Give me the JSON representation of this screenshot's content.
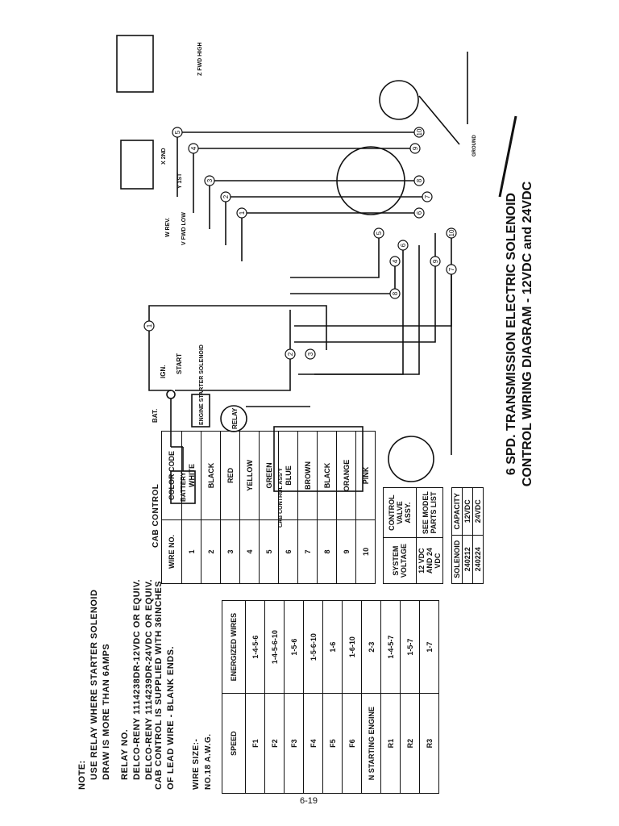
{
  "note": {
    "lines": [
      "NOTE:",
      "USE RELAY WHERE STARTER SOLENOID",
      "DRAW IS MORE THAN 6AMPS",
      "",
      "RELAY NO.",
      "DELCO-RENY 1114238DR-12VDC OR EQUIV.",
      "DELCO-RENY 1114239DR-24VDC OR EQUIV."
    ]
  },
  "cab_note": {
    "lines": [
      "CAB CONTROL IS SUPPLIED WITH 36INCHES",
      "OF LEAD WIRE - BLANK ENDS."
    ]
  },
  "wire_size": {
    "lines": [
      "WIRE SIZE:-",
      "NO.18 A.W.G."
    ]
  },
  "speed_table": {
    "headers": [
      "SPEED",
      "ENERGIZED WIRES"
    ],
    "rows": [
      [
        "F1",
        "1-4-5-6"
      ],
      [
        "F2",
        "1-4-5-6-10"
      ],
      [
        "F3",
        "1-5-6"
      ],
      [
        "F4",
        "1-5-6-10"
      ],
      [
        "F5",
        "1-6"
      ],
      [
        "F6",
        "1-6-10"
      ],
      [
        "N STARTING ENGINE",
        "2-3"
      ],
      [
        "R1",
        "1-4-5-7"
      ],
      [
        "R2",
        "1-5-7"
      ],
      [
        "R3",
        "1-7"
      ]
    ]
  },
  "cab_table": {
    "title": "CAB CONTROL",
    "headers": [
      "WIRE NO.",
      "COLOR CODE"
    ],
    "rows": [
      [
        "1",
        "WHITE"
      ],
      [
        "2",
        "BLACK"
      ],
      [
        "3",
        "RED"
      ],
      [
        "4",
        "YELLOW"
      ],
      [
        "5",
        "GREEN"
      ],
      [
        "6",
        "BLUE"
      ],
      [
        "7",
        "BROWN"
      ],
      [
        "8",
        "BLACK"
      ],
      [
        "9",
        "ORANGE"
      ],
      [
        "10",
        "PINK"
      ]
    ]
  },
  "voltage_table": {
    "headers": [
      "SYSTEM VOLTAGE",
      "CONTROL VALVE ASSY."
    ],
    "rows": [
      [
        "12 VDC AND 24 VDC",
        "SEE MODEL PARTS LIST"
      ]
    ]
  },
  "solenoid_table": {
    "headers": [
      "SOLENOID",
      "CAPACITY"
    ],
    "rows": [
      [
        "240212",
        "12VDC"
      ],
      [
        "240224",
        "24VDC"
      ]
    ]
  },
  "title": {
    "line1": "6 SPD. TRANSMISSION ELECTRIC SOLENOID",
    "line2": "CONTROL WIRING DIAGRAM - 12VDC and 24VDC"
  },
  "labels": {
    "battery": "BATTERY",
    "relay": "RELAY",
    "engine_starter": "ENGINE STARTER SOLENOID",
    "ign": "IGN.",
    "start": "START",
    "bat": "BAT.",
    "cab_control_assy": "CAB CONTROL ASS'Y",
    "ground": "GROUND",
    "z_fwd_high": "Z FWD HIGH",
    "x_2nd": "X 2ND",
    "y_1st": "Y 1ST",
    "w_rev": "W REV.",
    "v_fwd_low": "V FWD LOW"
  },
  "wire_numbers": [
    "1",
    "2",
    "3",
    "4",
    "5",
    "6",
    "7",
    "8",
    "9",
    "10"
  ],
  "page_number": "6-19"
}
